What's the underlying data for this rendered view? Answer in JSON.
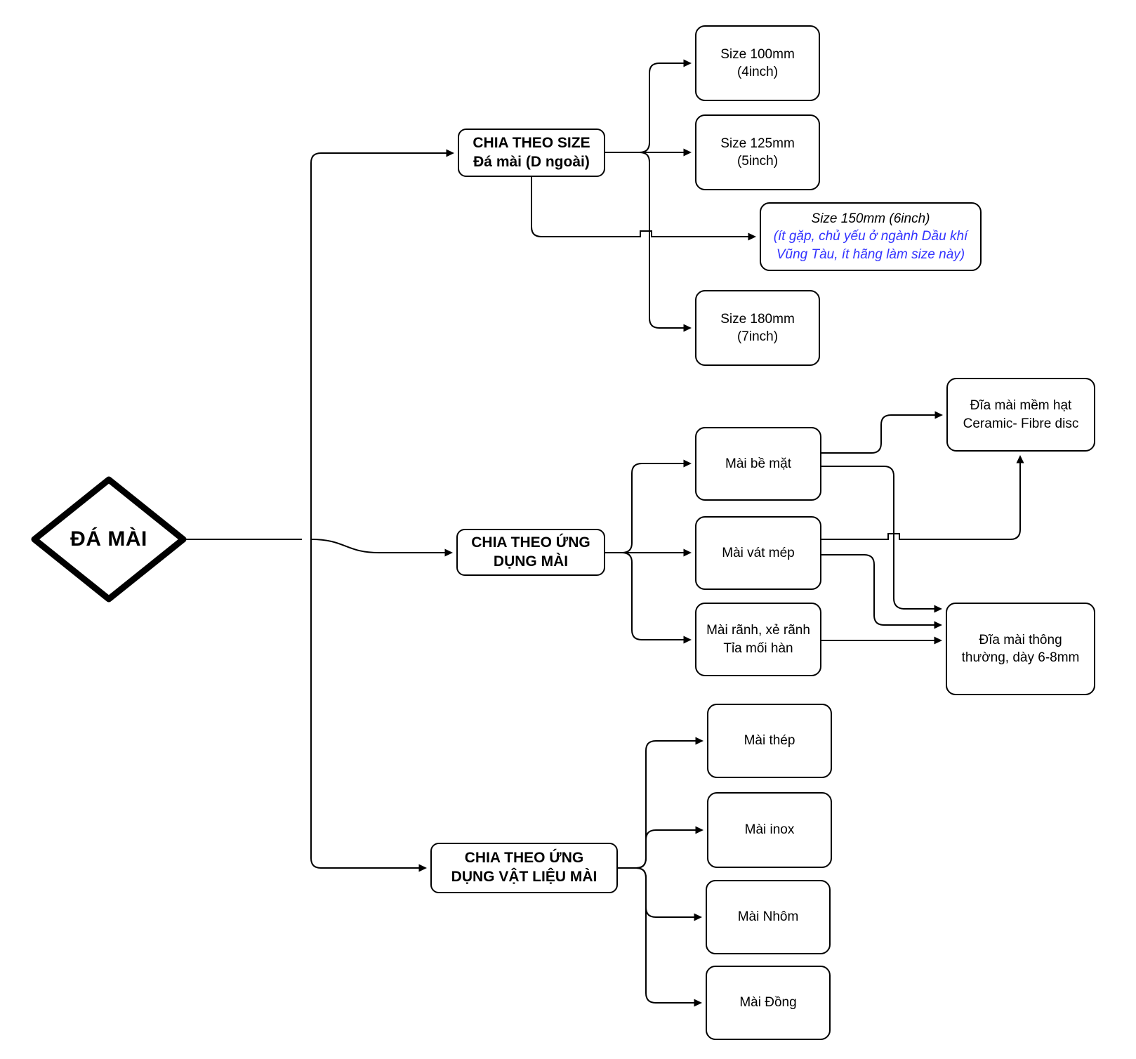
{
  "diagram_title": "Đá mài classification mind map",
  "colors": {
    "line": "#000000",
    "text": "#000000",
    "note_blue": "#3333ff",
    "background": "#ffffff"
  },
  "root": {
    "label": "ĐÁ MÀI"
  },
  "branches": {
    "size": {
      "label": "CHIA THEO SIZE\nĐá mài (D ngoài)",
      "children": {
        "s100": {
          "label": "Size 100mm (4inch)"
        },
        "s125": {
          "label": "Size 125mm (5inch)"
        },
        "s150": {
          "title": "Size 150mm (6inch)",
          "note": "(ít gặp, chủ yếu ở ngành Dầu khí\nVũng Tàu, ít hãng làm size này)"
        },
        "s180": {
          "label": "Size 180mm (7inch)"
        }
      }
    },
    "application": {
      "label": "CHIA THEO ỨNG\nDỤNG MÀI",
      "children": {
        "surface": {
          "label": "Mài bề mặt"
        },
        "bevel": {
          "label": "Mài vát mép"
        },
        "groove": {
          "label": "Mài rãnh, xẻ rãnh\nTỉa mối hàn"
        }
      },
      "outputs": {
        "soft_disc": {
          "label": "Đĩa mài mềm hạt\nCeramic- Fibre disc"
        },
        "standard_disc": {
          "label": "Đĩa mài thông\nthường, dày 6-8mm"
        }
      }
    },
    "material": {
      "label": "CHIA THEO ỨNG\nDỤNG VẬT LIỆU MÀI",
      "children": {
        "steel": {
          "label": "Mài thép"
        },
        "inox": {
          "label": "Mài inox"
        },
        "aluminum": {
          "label": "Mài Nhôm"
        },
        "copper": {
          "label": "Mài Đồng"
        }
      }
    }
  }
}
